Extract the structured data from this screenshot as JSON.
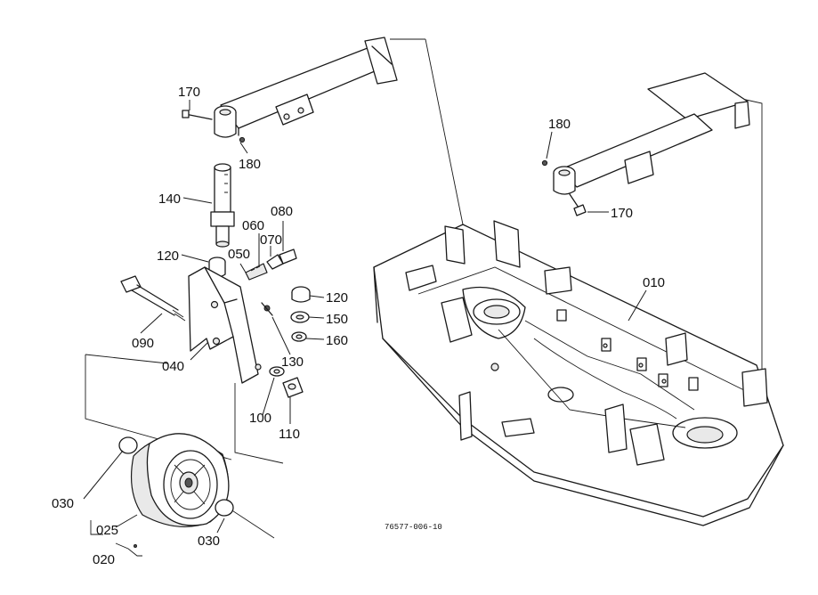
{
  "diagram": {
    "labels": {
      "p170a": "170",
      "p180a": "180",
      "p140": "140",
      "p120a": "120",
      "p060": "060",
      "p080": "080",
      "p070": "070",
      "p050": "050",
      "p120b": "120",
      "p150": "150",
      "p160": "160",
      "p090": "090",
      "p040": "040",
      "p130": "130",
      "p100": "100",
      "p110": "110",
      "p030a": "030",
      "p025": "025",
      "p030b": "030",
      "p020": "020",
      "p180b": "180",
      "p170b": "170",
      "p010": "010"
    },
    "drawing_code": "76577-006-10"
  }
}
